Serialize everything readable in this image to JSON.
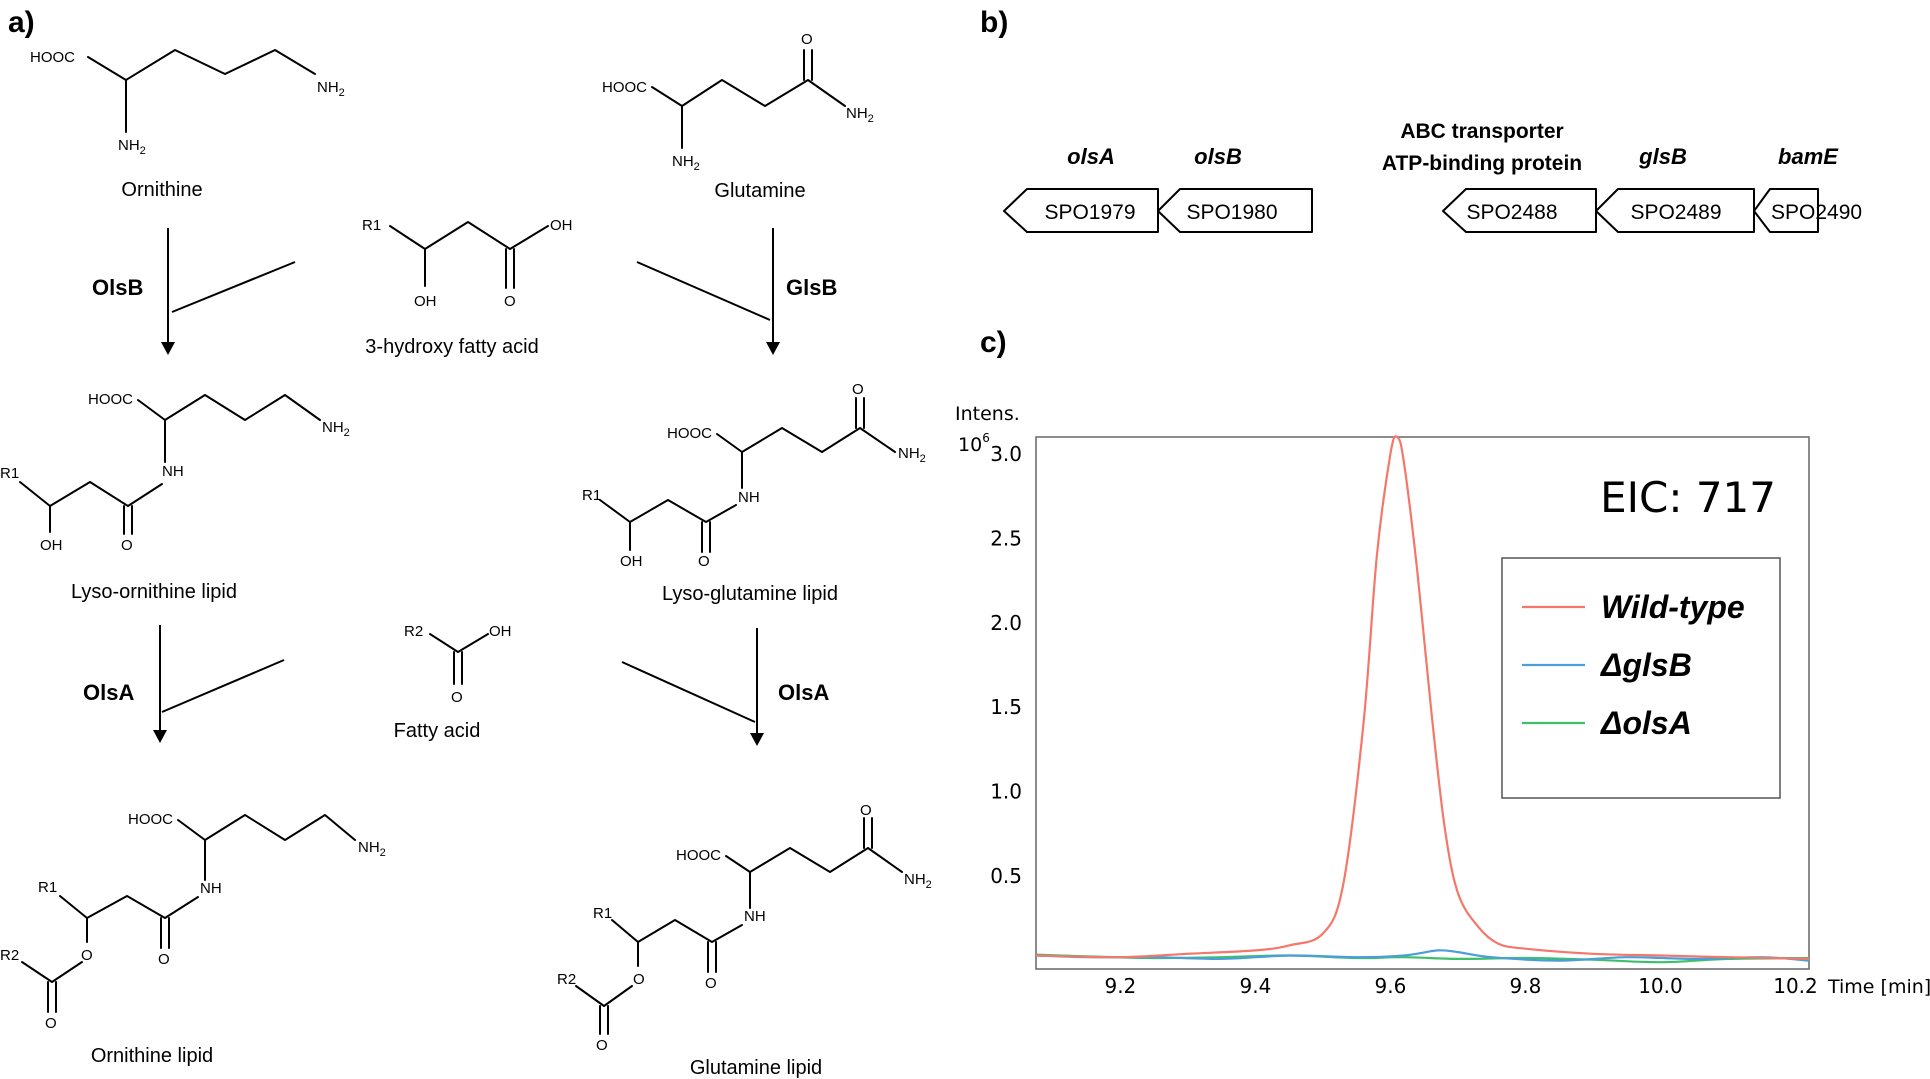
{
  "panels": {
    "a": "a)",
    "b": "b)",
    "c": "c)"
  },
  "pathway": {
    "ornithine": "Ornithine",
    "glutamine": "Glutamine",
    "hydroxy_fatty_acid": "3-hydroxy fatty acid",
    "lyso_ornithine": "Lyso-ornithine lipid",
    "lyso_glutamine": "Lyso-glutamine lipid",
    "fatty_acid": "Fatty acid",
    "ornithine_lipid": "Ornithine lipid",
    "glutamine_lipid": "Glutamine lipid",
    "enzyme_olsb": "OlsB",
    "enzyme_glsb": "GlsB",
    "enzyme_olsa_left": "OlsA",
    "enzyme_olsa_right": "OlsA",
    "atoms": {
      "hooc": "HOOC",
      "nh": "NH",
      "nh2": "NH",
      "sub2": "2",
      "oh": "OH",
      "o": "O",
      "r1": "R1",
      "r2": "R2"
    }
  },
  "gene_cluster": {
    "gene_olsA": "olsA",
    "gene_olsB": "olsB",
    "abc_line1": "ABC transporter",
    "abc_line2": "ATP-binding protein",
    "gene_glsB": "glsB",
    "gene_bamE": "bamE",
    "loci": [
      "SPO1979",
      "SPO1980",
      "SPO2488",
      "SPO2489",
      "SPO2490"
    ]
  },
  "chart_data": {
    "type": "line",
    "title": "EIC: 717",
    "ylabel_line1": "Intens.",
    "ylabel_line2": "10",
    "ylabel_exp": "6",
    "xlabel": "Time [min]",
    "xlim": [
      9.075,
      10.22
    ],
    "ylim": [
      -0.05,
      3.1
    ],
    "x_ticks": [
      "9.2",
      "9.4",
      "9.6",
      "9.8",
      "10.0",
      "10.2"
    ],
    "y_ticks": [
      "0.5",
      "1.0",
      "1.5",
      "2.0",
      "2.5",
      "3.0"
    ],
    "legend_position": "right",
    "series": [
      {
        "name": "Wild-type",
        "color": "#f4776a",
        "x": [
          9.075,
          9.2,
          9.3,
          9.4,
          9.45,
          9.5,
          9.53,
          9.56,
          9.58,
          9.6,
          9.61,
          9.62,
          9.64,
          9.66,
          9.68,
          9.7,
          9.73,
          9.76,
          9.8,
          9.9,
          10.0,
          10.1,
          10.22
        ],
        "y": [
          0.03,
          0.02,
          0.04,
          0.06,
          0.09,
          0.16,
          0.45,
          1.4,
          2.4,
          3.0,
          3.1,
          2.95,
          2.3,
          1.5,
          0.8,
          0.4,
          0.2,
          0.1,
          0.07,
          0.04,
          0.03,
          0.02,
          0.01
        ]
      },
      {
        "name": "ΔglsB",
        "color": "#4c9ed9",
        "x": [
          9.075,
          9.15,
          9.25,
          9.35,
          9.45,
          9.55,
          9.62,
          9.67,
          9.7,
          9.75,
          9.85,
          9.95,
          10.05,
          10.15,
          10.22
        ],
        "y": [
          0.03,
          0.02,
          0.02,
          0.01,
          0.03,
          0.02,
          0.03,
          0.06,
          0.05,
          0.02,
          0.0,
          0.02,
          0.01,
          0.02,
          0.0
        ]
      },
      {
        "name": "ΔolsA",
        "color": "#3cc06a",
        "x": [
          9.075,
          9.15,
          9.25,
          9.35,
          9.45,
          9.55,
          9.62,
          9.7,
          9.8,
          9.9,
          10.0,
          10.1,
          10.22
        ],
        "y": [
          0.035,
          0.025,
          0.015,
          0.02,
          0.03,
          0.015,
          0.02,
          0.01,
          0.015,
          0.005,
          -0.01,
          0.01,
          0.015
        ]
      }
    ]
  }
}
